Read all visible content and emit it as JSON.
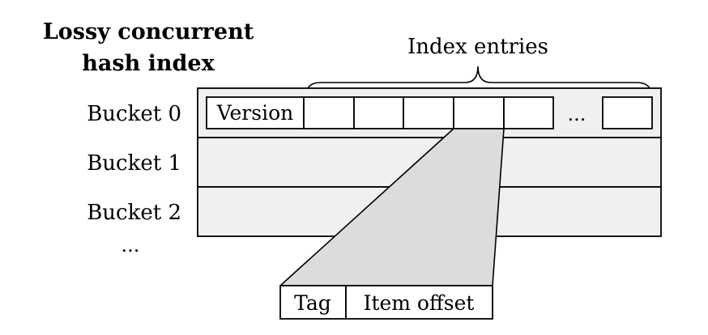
{
  "title": {
    "line1": "Lossy concurrent",
    "line2": "hash index"
  },
  "brace_label": "Index entries",
  "buckets": [
    {
      "label": "Bucket 0"
    },
    {
      "label": "Bucket 1"
    },
    {
      "label": "Bucket 2"
    }
  ],
  "more_buckets": "...",
  "bucket0": {
    "version_label": "Version",
    "ellipsis": "..."
  },
  "entry_detail": {
    "tag_label": "Tag",
    "offset_label": "Item offset"
  },
  "colors": {
    "shade": "#dcdcdc",
    "bucket_fill": "#f0f0f0",
    "line": "#000000"
  }
}
